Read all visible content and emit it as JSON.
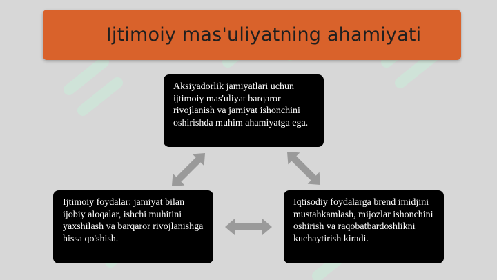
{
  "title": "Ijtimoiy mas'uliyatning ahamiyati",
  "boxes": {
    "top": "Aksiyadorlik jamiyatlari uchun ijtimoiy mas'uliyat barqaror rivojlanish va jamiyat ishonchini oshirishda muhim ahamiyatga ega.",
    "left": "Ijtimoiy foydalar: jamiyat bilan ijobiy aloqalar, ishchi muhitini yaxshilash va barqaror rivojlanishga hissa qo'shish.",
    "right": "Iqtisodiy foydalarga brend imidjini mustahkamlash, mijozlar ishonchini oshirish va raqobatbardoshlikni kuchaytirish kiradi."
  },
  "colors": {
    "background": "#d7d7d7",
    "title_bar": "#d9622b",
    "box": "#000000",
    "box_text": "#ffffff",
    "arrow": "#9a9a9a"
  },
  "icons": {
    "arrow_top_left": "double-arrow-icon",
    "arrow_top_right": "double-arrow-icon",
    "arrow_bottom": "double-arrow-icon"
  }
}
